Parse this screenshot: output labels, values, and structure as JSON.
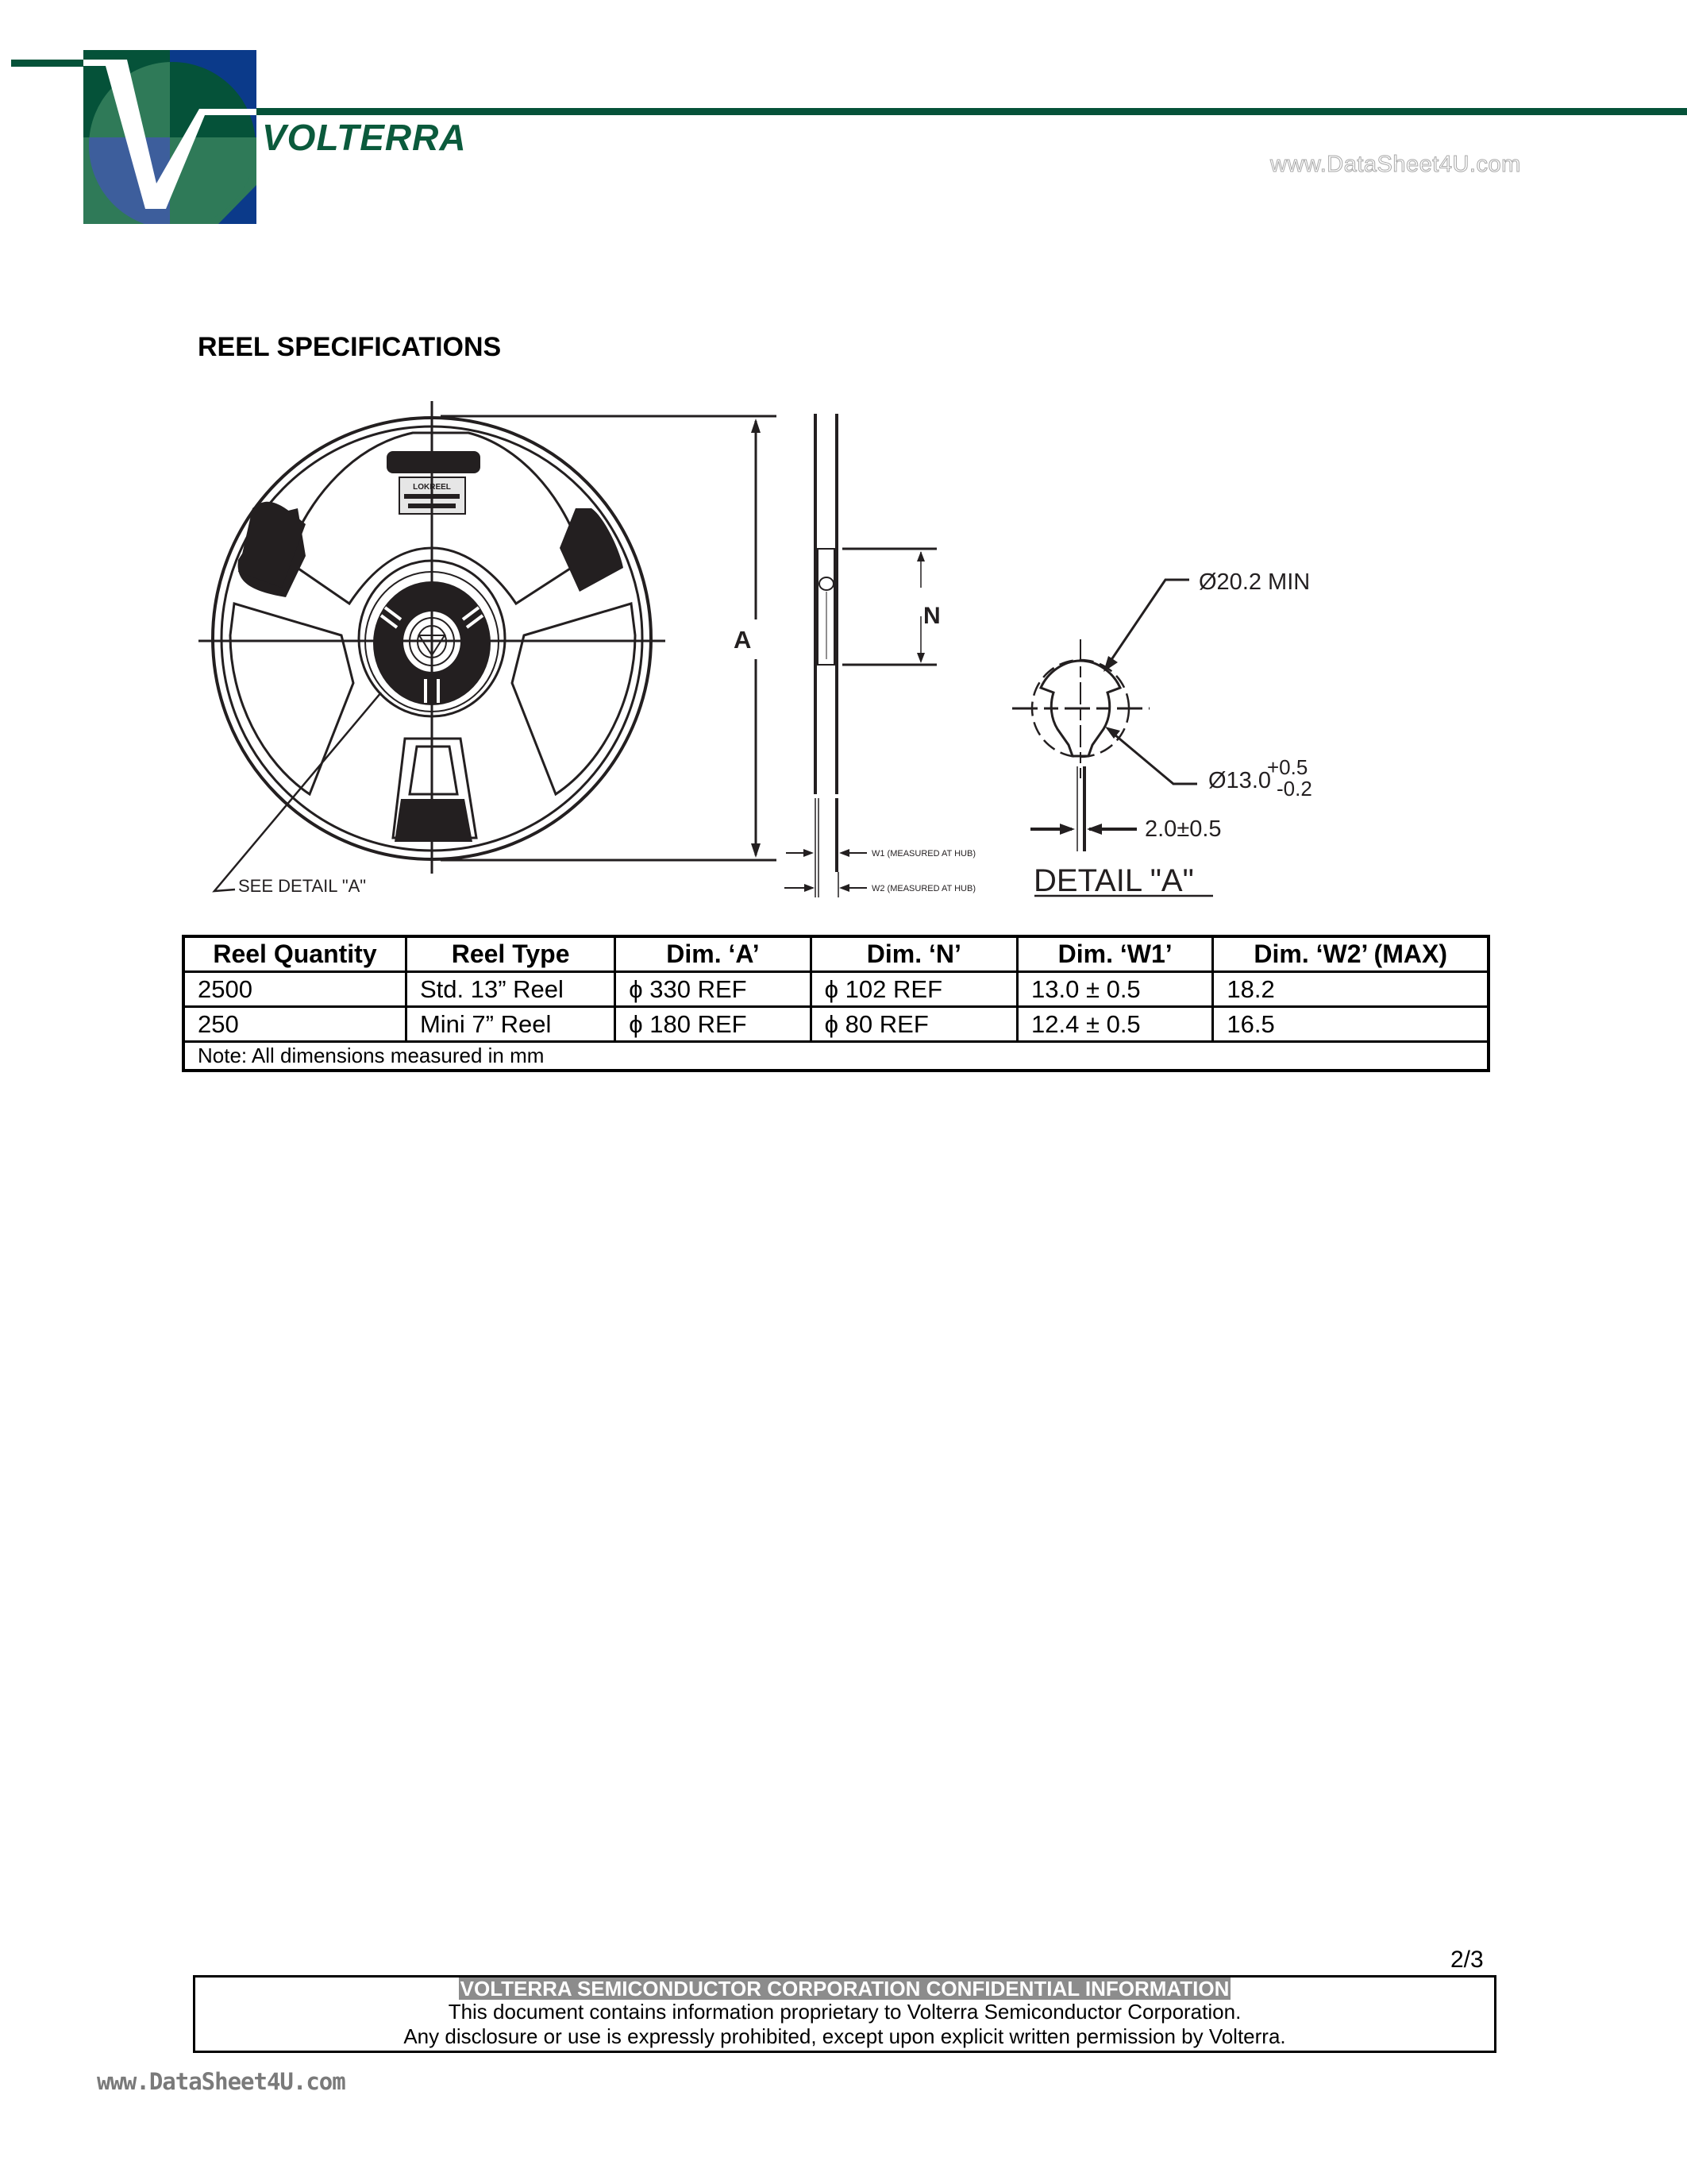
{
  "header": {
    "brand": "VOLTERRA",
    "watermark_top": "www.DataSheet4U.com",
    "colors": {
      "brand_green": "#055239",
      "logo_light_green": "#2f7a58",
      "logo_blue": "#0b3a8a",
      "logo_mid_blue": "#3d5e9c"
    }
  },
  "section": {
    "title": "REEL SPECIFICATIONS"
  },
  "drawing": {
    "dim_a_label": "A",
    "dim_n_label": "N",
    "w1_label": "W1 (MEASURED AT HUB)",
    "w2_label": "W2 (MEASURED AT HUB)",
    "see_detail": "SEE DETAIL \"A\"",
    "reel_label_line1": "LOKREEL",
    "detail": {
      "outer_dia": "Ø20.2 MIN",
      "inner_dia": "Ø13.0",
      "inner_tol_plus": "+0.5",
      "inner_tol_minus": "-0.2",
      "slot_width": "2.0±0.5",
      "caption": "DETAIL \"A\""
    }
  },
  "table": {
    "headers": [
      "Reel Quantity",
      "Reel Type",
      "Dim. ‘A’",
      "Dim. ‘N’",
      "Dim. ‘W1’",
      "Dim. ‘W2’ (MAX)"
    ],
    "rows": [
      {
        "qty": "2500",
        "type": "Std. 13” Reel",
        "dim_a": "330 REF",
        "dim_n": "102 REF",
        "dim_w1": "13.0 ± 0.5",
        "dim_w2": "18.2"
      },
      {
        "qty": "250",
        "type": "Mini 7” Reel",
        "dim_a": "180 REF",
        "dim_n": "80 REF",
        "dim_w1": "12.4 ± 0.5",
        "dim_w2": "16.5"
      }
    ],
    "phi_symbol": "ϕ",
    "note": "Note: All dimensions measured in mm"
  },
  "footer": {
    "page": "2/3",
    "banner": "VOLTERRA SEMICONDUCTOR CORPORATION CONFIDENTIAL INFORMATION",
    "line1": "This document contains information proprietary to Volterra Semiconductor Corporation.",
    "line2": "Any disclosure or use is expressly prohibited, except upon explicit written permission by Volterra.",
    "watermark_bottom": "www.DataSheet4U.com"
  }
}
